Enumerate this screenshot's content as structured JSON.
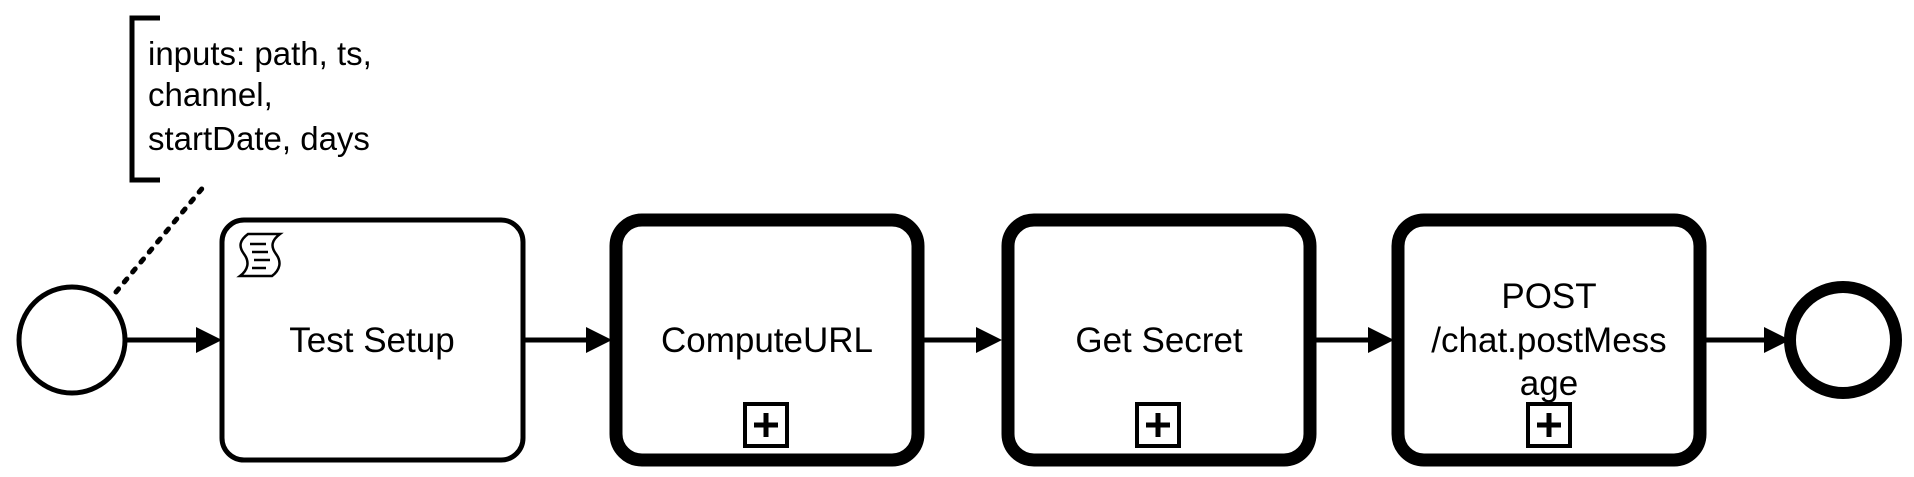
{
  "annotation": {
    "lines": [
      "inputs: path, ts,",
      "channel,",
      "startDate, days"
    ]
  },
  "start_event": {
    "type": "start"
  },
  "end_event": {
    "type": "end"
  },
  "tasks": [
    {
      "label_lines": [
        "Test Setup"
      ],
      "kind": "script-task",
      "marker": "script-icon"
    },
    {
      "label_lines": [
        "ComputeURL"
      ],
      "kind": "call-activity",
      "marker": "expand-icon"
    },
    {
      "label_lines": [
        "Get Secret"
      ],
      "kind": "call-activity",
      "marker": "expand-icon"
    },
    {
      "label_lines": [
        "POST",
        "/chat.postMess",
        "age"
      ],
      "kind": "call-activity",
      "marker": "expand-icon"
    }
  ],
  "colors": {
    "stroke": "#000000",
    "fill": "#ffffff"
  }
}
